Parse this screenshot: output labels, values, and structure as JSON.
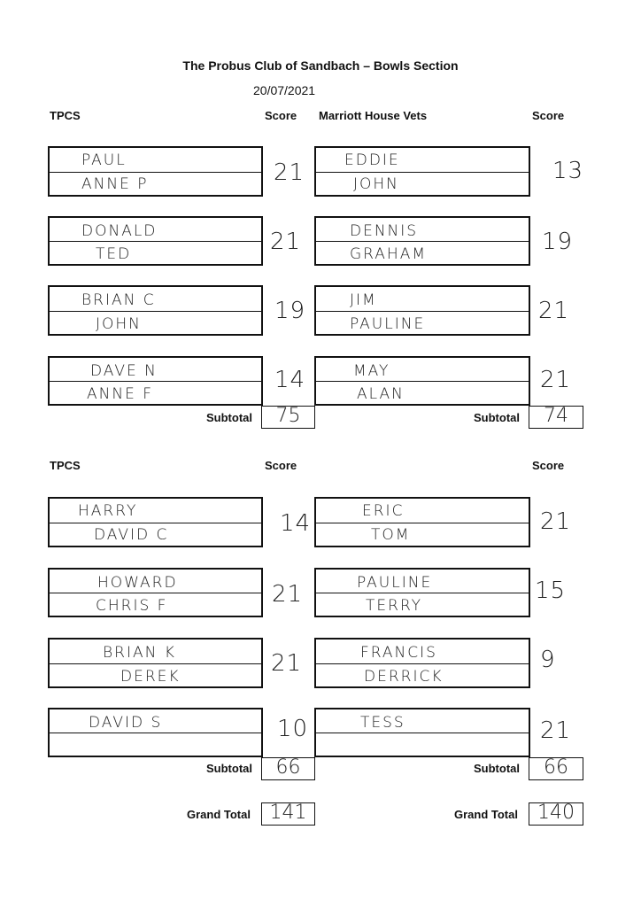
{
  "title": "The Probus Club of Sandbach – Bowls Section",
  "date": "20/07/2021",
  "section1": {
    "left_team": "TPCS",
    "right_team": "Marriott House Vets",
    "score_label": "Score",
    "rinks": [
      {
        "left_players": [
          "PAUL",
          "ANNE P"
        ],
        "left_score": "21",
        "right_players": [
          "EDDIE",
          "JOHN"
        ],
        "right_score": "13"
      },
      {
        "left_players": [
          "DONALD",
          "TED"
        ],
        "left_score": "21",
        "right_players": [
          "DENNIS",
          "GRAHAM"
        ],
        "right_score": "19"
      },
      {
        "left_players": [
          "BRIAN C",
          "JOHN"
        ],
        "left_score": "19",
        "right_players": [
          "JIM",
          "PAULINE"
        ],
        "right_score": "21"
      },
      {
        "left_players": [
          "DAVE N",
          "ANNE F"
        ],
        "left_score": "14",
        "right_players": [
          "MAY",
          "ALAN"
        ],
        "right_score": "21"
      }
    ],
    "subtotal_label": "Subtotal",
    "left_subtotal": "75",
    "right_subtotal": "74"
  },
  "section2": {
    "left_team": "TPCS",
    "score_label": "Score",
    "rinks": [
      {
        "left_players": [
          "HARRY",
          "DAVID C"
        ],
        "left_score": "14",
        "right_players": [
          "ERIC",
          "TOM"
        ],
        "right_score": "21"
      },
      {
        "left_players": [
          "HOWARD",
          "CHRIS F"
        ],
        "left_score": "21",
        "right_players": [
          "PAULINE",
          "TERRY"
        ],
        "right_score": "15"
      },
      {
        "left_players": [
          "BRIAN K",
          "DEREK"
        ],
        "left_score": "21",
        "right_players": [
          "FRANCIS",
          "DERRICK"
        ],
        "right_score": "9"
      },
      {
        "left_players": [
          "DAVID S",
          ""
        ],
        "left_score": "10",
        "right_players": [
          "TESS",
          ""
        ],
        "right_score": "21"
      }
    ],
    "subtotal_label": "Subtotal",
    "left_subtotal": "66",
    "right_subtotal": "66"
  },
  "grand_total_label": "Grand Total",
  "left_grand_total": "141",
  "right_grand_total": "140"
}
